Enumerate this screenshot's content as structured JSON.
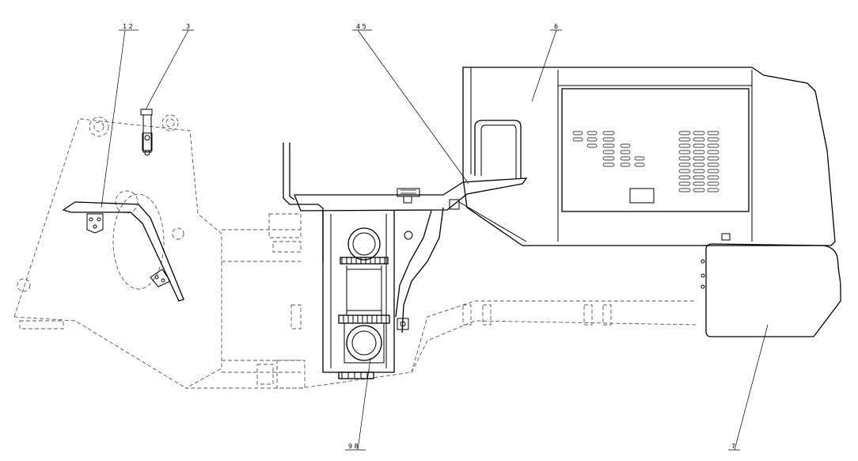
{
  "callouts": {
    "c12": "1 2",
    "c3": "3",
    "c45": "4 5",
    "c6": "6",
    "c7": "7",
    "c98": "9 8"
  }
}
